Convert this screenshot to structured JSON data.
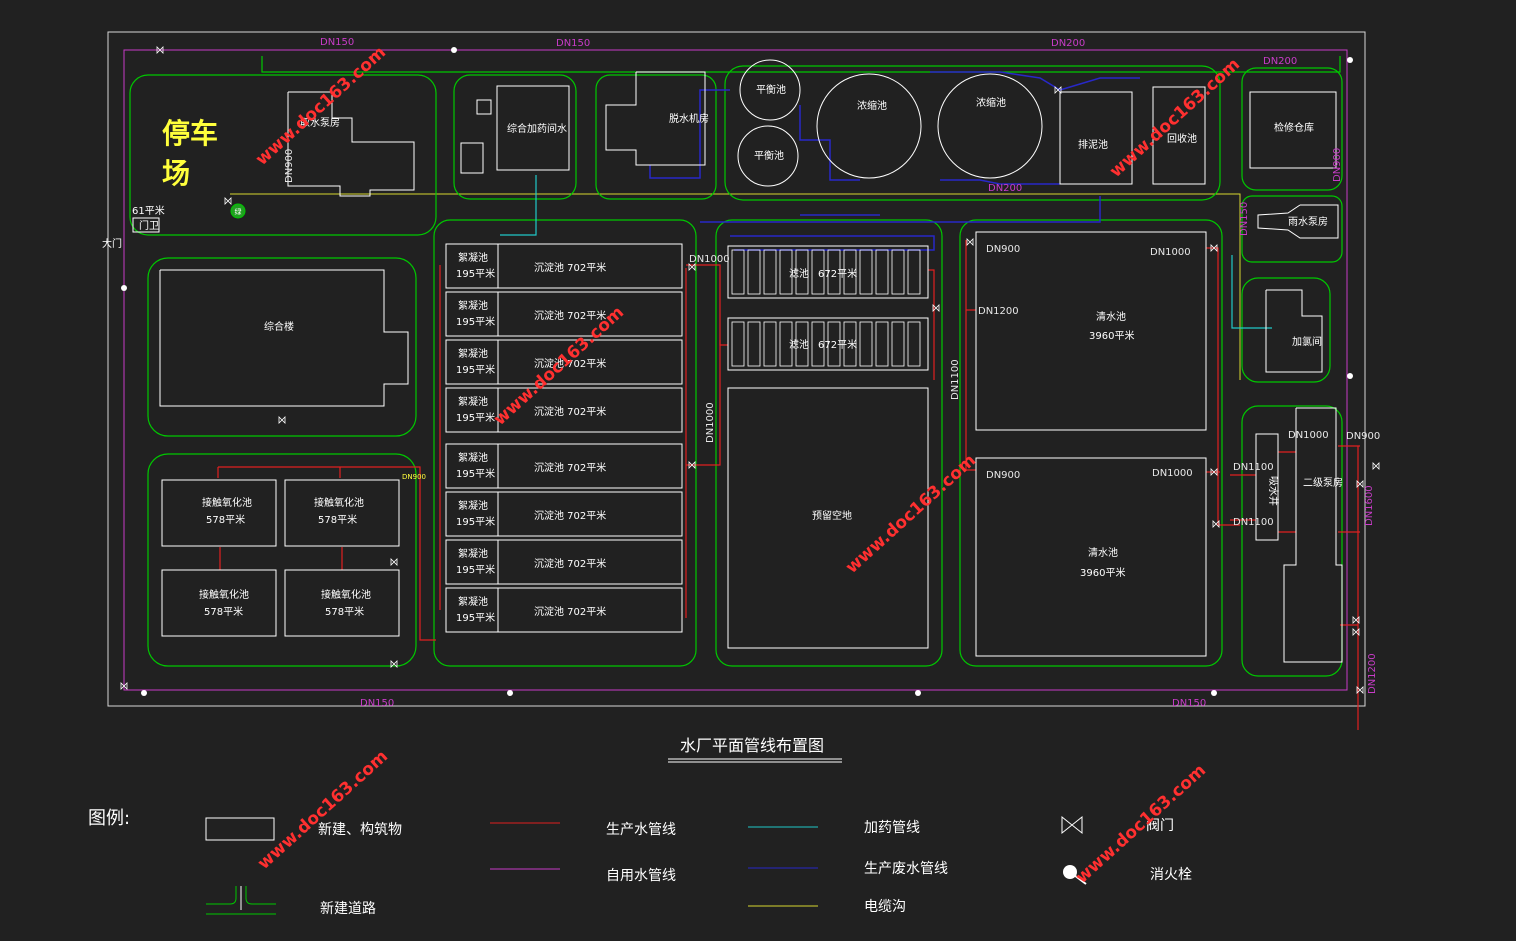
{
  "colors": {
    "background": "#212121",
    "boundary": "#d8d8d8",
    "structure": "#ffffff",
    "road": "#00c800",
    "production_water": "#e02020",
    "self_use_water": "#c83cc8",
    "dosing": "#20c8c8",
    "waste_water": "#2828c8",
    "cable": "#d8d830",
    "parking_text": "#ffff3c",
    "watermark": "#ff3030"
  },
  "title": "水厂平面管线布置图",
  "parking": {
    "line1": "停车",
    "line2": "场"
  },
  "gate": {
    "label": "大门",
    "area": "61平米",
    "name": "门卫"
  },
  "green_marker": "绿",
  "buildings": {
    "pump_house": "取水泵房",
    "dosing_room": "综合加药间水",
    "dewatering": "脱水机房",
    "balance1": "平衡池",
    "balance2": "平衡池",
    "thickener1": "浓缩池",
    "thickener2": "浓缩池",
    "sludge": "排泥池",
    "recovery": "回收池",
    "warehouse": "检修仓库",
    "rain_pump": "雨水泵房",
    "office": "综合楼",
    "chlorine": "加氯间",
    "secondary_pump": "二级泵房",
    "suction_well": "吸水井",
    "reserve": "预留空地",
    "filter1": {
      "name": "滤池",
      "area": "672平米"
    },
    "filter2": {
      "name": "滤池",
      "area": "672平米"
    },
    "clear1": {
      "name": "清水池",
      "area": "3960平米"
    },
    "clear2": {
      "name": "清水池",
      "area": "3960平米"
    },
    "contact": [
      {
        "name": "接触氧化池",
        "area": "578平米"
      },
      {
        "name": "接触氧化池",
        "area": "578平米"
      },
      {
        "name": "接触氧化池",
        "area": "578平米"
      },
      {
        "name": "接触氧化池",
        "area": "578平米"
      }
    ],
    "floc_name": "絮凝池",
    "floc_area": "195平米",
    "sed_label": "沉淀池  702平米"
  },
  "pipes": {
    "top_a": "DN150",
    "top_b": "DN150",
    "top_c": "DN200",
    "top_d": "DN200",
    "bottom_a": "DN150",
    "bottom_b": "DN150",
    "dn900_a": "DN900",
    "dn200_b": "DN200",
    "dn150_c": "DN150",
    "dn900_d": "DN900",
    "dn1000_a": "DN1000",
    "dn1000_b": "DN1000",
    "dn900_e": "DN900",
    "dn1000_c": "DN1000",
    "dn1200_a": "DN1200",
    "dn1100_a": "DN1100",
    "dn900_f": "DN900",
    "dn1000_d": "DN1000",
    "dn1000_e": "DN1000",
    "dn900_g": "DN900",
    "dn1100_b": "DN1100",
    "dn1100_c": "DN1100",
    "dn1600": "DN1600",
    "dn1200_b": "DN1200",
    "dn900_h": "DN900"
  },
  "legend": {
    "heading": "图例:",
    "items": [
      {
        "label": "新建、构筑物"
      },
      {
        "label": "生产水管线"
      },
      {
        "label": "加药管线"
      },
      {
        "label": "阀门"
      },
      {
        "label": "自用水管线"
      },
      {
        "label": "生产废水管线"
      },
      {
        "label": "消火栓"
      },
      {
        "label": "新建道路"
      },
      {
        "label": "电缆沟"
      }
    ]
  },
  "watermark": "www.doc163.com"
}
